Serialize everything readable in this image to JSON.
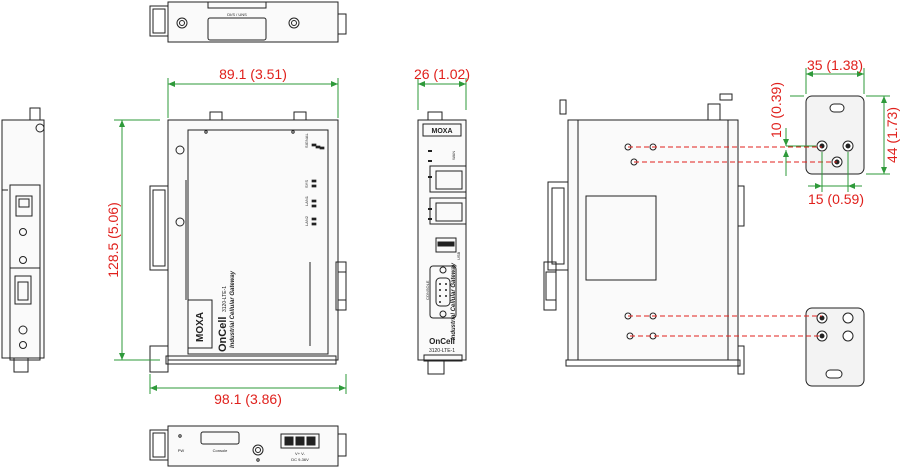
{
  "dimensions": {
    "top_width": "89.1 (3.51)",
    "left_height": "128.5 (5.06)",
    "bottom_width": "98.1 (3.86)",
    "side_width": "26 (1.02)",
    "bracket_width": "35 (1.38)",
    "bracket_height": "44 (1.73)",
    "bracket_offset": "10 (0.39)",
    "bracket_hole_spacing": "15 (0.59)"
  },
  "labels": {
    "top_slot": "DI/S / UNS",
    "console": "Console",
    "pw": "PW",
    "power_terminal": "V+ V-",
    "power_range": "DC 9-36V",
    "moxa": "MOXA",
    "series": "OnCell",
    "model": "3120-LTE-1",
    "product": "Industrial Cellular Gateway",
    "led_signal": "SIGNAL",
    "led_sys": "SYS",
    "led_lan1": "LAN1",
    "led_lan2": "LAN2",
    "led_wan": "WAN",
    "usb": "USB",
    "console_side": "CONSOLE"
  },
  "colors": {
    "dimension": "#e0201c",
    "extension_line": "#2e9a3a",
    "outline": "#222222"
  }
}
